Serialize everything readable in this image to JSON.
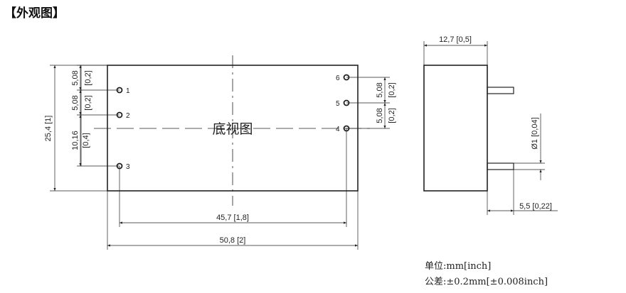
{
  "header": {
    "title": "【外观图】"
  },
  "bottom_view": {
    "label": "底视图",
    "pins": [
      "1",
      "2",
      "3",
      "4",
      "5",
      "6"
    ],
    "dims": {
      "height": "25,4 [1]",
      "left_pitch_top_a": "5,08",
      "left_pitch_top_b": "[0,2]",
      "left_pitch_mid_a": "5,08",
      "left_pitch_mid_b": "[0,2]",
      "left_pitch_low_a": "10,16",
      "left_pitch_low_b": "[0,4]",
      "right_pitch_top_a": "5,08",
      "right_pitch_top_b": "[0,2]",
      "right_pitch_mid_a": "5,08",
      "right_pitch_mid_b": "[0,2]",
      "pin_span": "45,7 [1,8]",
      "length": "50,8 [2]"
    }
  },
  "side_view": {
    "dims": {
      "thickness": "12,7 [0,5]",
      "pin_diameter": "Ø1 [0,04]",
      "pin_length": "5,5 [0,22]"
    }
  },
  "notes": {
    "unit": "单位:mm[inch]",
    "tolerance": "公差:±0.2mm[±0.008inch]"
  }
}
